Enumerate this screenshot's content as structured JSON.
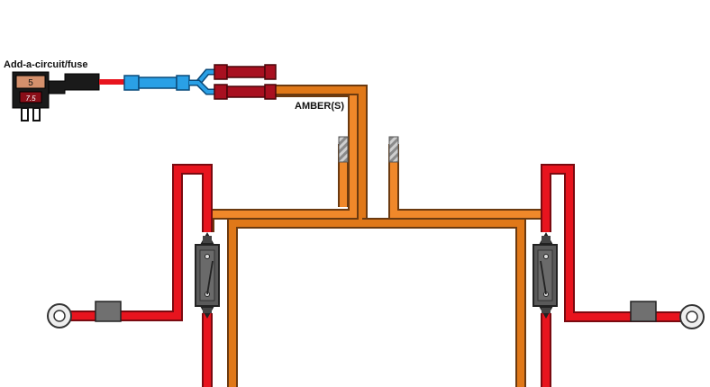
{
  "labels": {
    "add_a_circuit": "Add-a-circuit/fuse",
    "amber": "AMBER(S)",
    "fuse_top_value": "5",
    "fuse_bottom_value": "7.5"
  },
  "colors": {
    "red_wire": "#e8141e",
    "orange_wire": "#f0882a",
    "blue_connector": "#2aa0e6",
    "red_connector": "#a81020",
    "fuse_body": "#1a1a1a",
    "fuse_top_slot": "#d4906c",
    "fuse_bottom_slot": "#8a0e18",
    "switch_body": "#5a5a5a",
    "terminal_block": "#707070"
  },
  "icons": {
    "ring_terminal": "ring-terminal-icon",
    "switch": "toggle-switch-icon",
    "fuse_tap": "add-a-circuit-fuse-icon"
  }
}
